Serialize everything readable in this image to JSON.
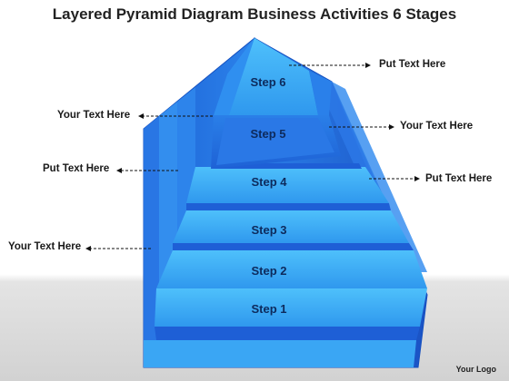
{
  "title": "Layered Pyramid Diagram Business Activities 6 Stages",
  "steps": [
    "Step 1",
    "Step 2",
    "Step 3",
    "Step 4",
    "Step 5",
    "Step 6"
  ],
  "callouts": {
    "top_right": "Put Text Here",
    "left_1": "Your Text Here",
    "right_1": "Your Text Here",
    "left_2": "Put Text Here",
    "right_2": "Put Text Here",
    "left_3": "Your Text Here"
  },
  "logo": "Your Logo",
  "colors": {
    "front_light": "#44b8f8",
    "front_mid": "#3aa2f0",
    "side_dark": "#1e5fd8",
    "side_mid": "#2a80ea",
    "edge": "#1550c0"
  }
}
